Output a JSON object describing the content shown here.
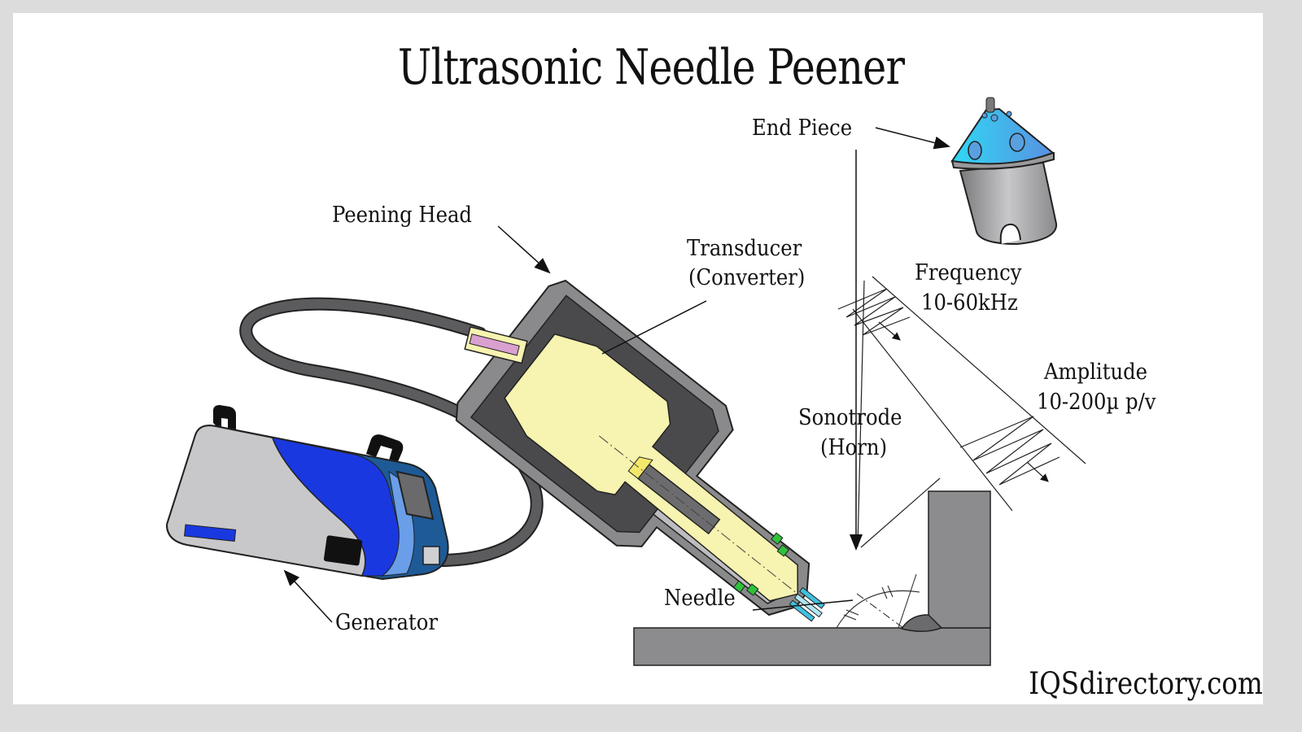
{
  "title": "Ultrasonic Needle Peener",
  "labels": {
    "end_piece": "End Piece",
    "peening_head": "Peening Head",
    "transducer_line1": "Transducer",
    "transducer_line2": "(Converter)",
    "frequency_line1": "Frequency",
    "frequency_line2": "10-60kHz",
    "amplitude_line1": "Amplitude",
    "amplitude_line2": "10-200µ p/v",
    "sonotrode_line1": "Sonotrode",
    "sonotrode_line2": "(Horn)",
    "needle": "Needle",
    "generator": "Generator"
  },
  "brand": "IQSdirectory.com",
  "colors": {
    "housing_gray": "#8a8a8c",
    "housing_dark": "#4a4a4c",
    "transducer_yellow": "#f7f3b0",
    "end_piece_blue": "#4cc8ef",
    "generator_blue": "#1a38e0",
    "generator_navy": "#1e5a96",
    "generator_light": "#c8c8ca",
    "connector_pink": "#d9a0d0",
    "seal_green": "#2ec23a",
    "needle_cyan": "#40c0e0",
    "workpiece_gray": "#8c8c8e"
  }
}
